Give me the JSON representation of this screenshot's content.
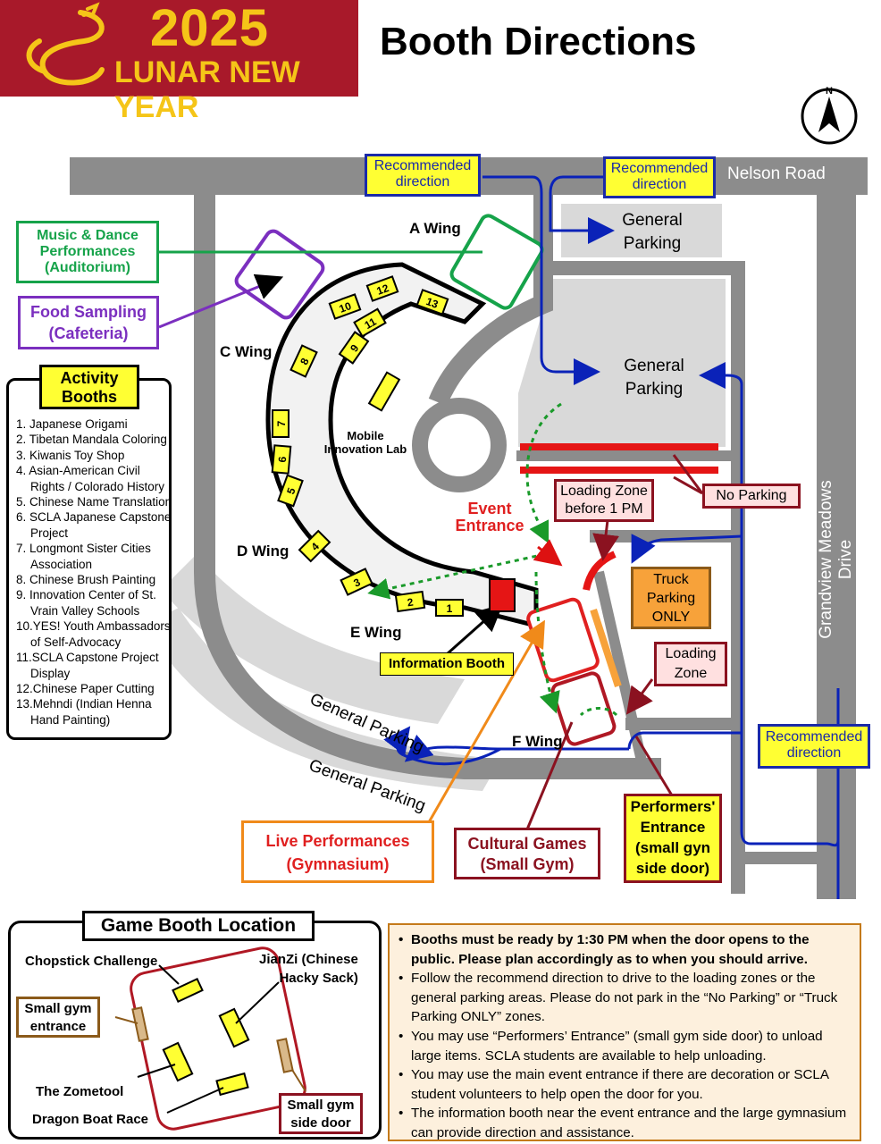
{
  "header": {
    "year": "2025",
    "event_name": "LUNAR NEW YEAR",
    "title": "Booth Directions",
    "brand_color": "#a8192a",
    "accent_color": "#f5c518"
  },
  "compass": {
    "north_label": "N"
  },
  "roads": {
    "nelson": "Nelson Road",
    "grandview": "Grandview Meadows Drive"
  },
  "recommended_labels": [
    "Recommended\ndirection",
    "Recommended\ndirection",
    "Recommended\ndirection"
  ],
  "parking": {
    "general_1": "General\nParking",
    "general_2": "General\nParking",
    "general_3": "General Parking",
    "general_4": "General Parking",
    "no_parking": "No Parking",
    "loading_zone_before": "Loading Zone\nbefore 1 PM",
    "loading_zone": "Loading\nZone",
    "truck_parking": "Truck\nParking\nONLY"
  },
  "venues": {
    "music_dance": "Music & Dance\nPerformances\n(Auditorium)",
    "food_sampling": "Food Sampling\n(Cafeteria)",
    "live_performances": "Live Performances\n(Gymnasium)",
    "cultural_games": "Cultural Games\n(Small Gym)",
    "performers_entrance": "Performers'\nEntrance\n(small gyn\nside door)",
    "event_entrance": "Event\nEntrance",
    "information_booth": "Information Booth",
    "mobile_lab": "Mobile\nInnovation Lab"
  },
  "wings": {
    "a": "A Wing",
    "c": "C Wing",
    "d": "D Wing",
    "e": "E Wing",
    "f": "F Wing"
  },
  "booth_numbers": [
    "1",
    "2",
    "3",
    "4",
    "5",
    "6",
    "7",
    "8",
    "9",
    "10",
    "11",
    "12",
    "13"
  ],
  "activity_booths": {
    "title": "Activity\nBooths",
    "items": [
      "1. Japanese Origami",
      "2. Tibetan Mandala Coloring",
      "3. Kiwanis Toy Shop",
      "4. Asian-American Civil Rights / Colorado History",
      "5. Chinese Name Translation",
      "6. SCLA Japanese Capstone Project",
      "7. Longmont Sister Cities Association",
      "8. Chinese Brush Painting",
      "9. Innovation Center of St. Vrain Valley Schools",
      "10.YES! Youth Ambassadors of Self-Advocacy",
      "11.SCLA Capstone Project Display",
      "12.Chinese Paper Cutting",
      "13.Mehndi (Indian Henna Hand Painting)"
    ]
  },
  "game_booth": {
    "title": "Game Booth Location",
    "chopstick": "Chopstick Challenge",
    "jianzi": "JianZi  (Chinese\nHacky Sack)",
    "small_gym_entrance": "Small gym\nentrance",
    "zometool": "The Zometool",
    "dragon_boat": "Dragon Boat Race",
    "small_gym_side": "Small gym\nside door"
  },
  "notes": {
    "items": [
      "Booths must be ready by 1:30 PM when the door opens to the public. Please plan accordingly as to when you should arrive.",
      "Follow the recommend direction to drive to the loading zones or the general parking areas. Please do not park in the “No Parking” or “Truck Parking ONLY” zones.",
      "You may use “Performers’ Entrance” (small gym side door) to unload large items. SCLA students are available to help unloading.",
      "You may use the main event entrance if there are decoration or SCLA student volunteers to help open the door for you.",
      "The information booth near the event entrance and the large gymnasium can provide direction and assistance."
    ]
  }
}
